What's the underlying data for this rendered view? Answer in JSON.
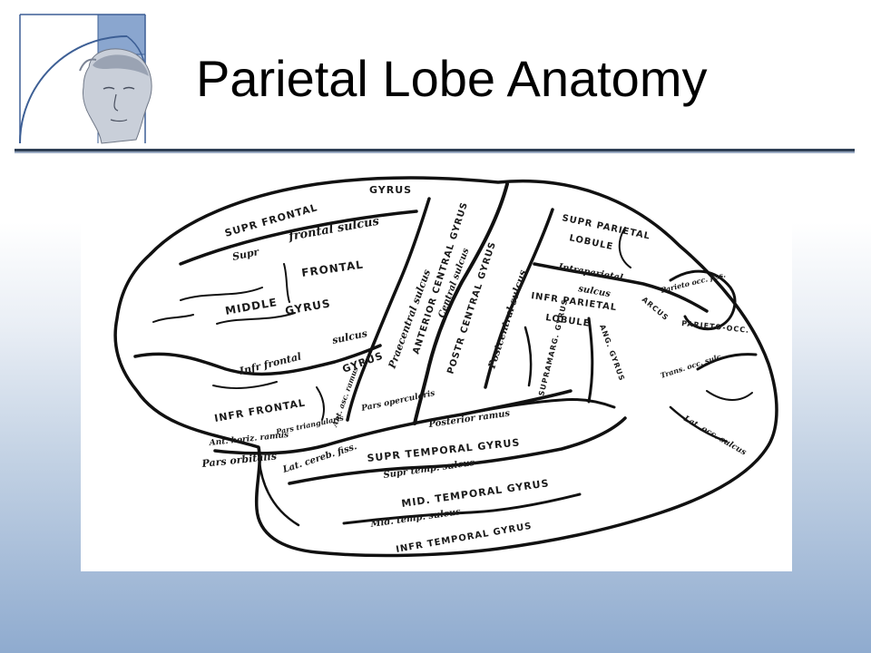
{
  "slide": {
    "title": "Parietal Lobe Anatomy",
    "logo_icon": "classical-head-golden-spiral-logo",
    "accent_color": "#8fabcf",
    "rule_color": "#2f3f55"
  },
  "diagram": {
    "labels": {
      "supr_frontal_gyrus": "SUPR FRONTAL",
      "gyrus_top": "GYRUS",
      "supr_frontal_sulcus_a": "Supr",
      "supr_frontal_sulcus_b": "frontal sulcus",
      "middle": "MIDDLE",
      "frontal": "FRONTAL",
      "gyrus_mid": "GYRUS",
      "inf_frontal_sulcus": "Infr frontal",
      "sulcus_frontal": "sulcus",
      "inf_frontal_gyrus": "INFR FRONTAL",
      "gyrus_inf": "GYRUS",
      "pars_triangularis": "Pars triangularis",
      "pars_opercularis": "Pars opercularis",
      "ant_asc_ramus": "Ant. asc. ramus",
      "ant_horiz_ramus": "Ant. horiz. ramus",
      "pars_orbitalis": "Pars orbitalis",
      "precentral_sulcus": "Praecentral sulcus",
      "anterior_central_gyrus": "ANTERIOR CENTRAL GYRUS",
      "central_sulcus": "Central sulcus",
      "post_central_gyrus": "POSTR CENTRAL GYRUS",
      "postcentral_sulcus": "Postcentral sulcus",
      "supr_parietal": "SUPR PARIETAL",
      "lobule": "LOBULE",
      "intraparietal": "Intraparietal",
      "intraparietal_sulcus": "sulcus",
      "inf_parietal": "INFR PARIETAL",
      "lobule_inf": "LOBULE",
      "supramarg_gyrus": "SUPRAMARG. GYRUS",
      "ang_gyrus": "ANG. GYRUS",
      "parieto_occ_fiss": "Parieto occ. fiss.",
      "arcus": "ARCUS",
      "parieto_occ": "PARIETO-OCC.",
      "trans_occ_sulc": "Trans. occ. sulc.",
      "lat_occ_sulcus": "Lat. occ. sulcus",
      "posterior_ramus": "Posterior ramus",
      "lat_cereb_fiss": "Lat. cereb. fiss.",
      "supr_temporal_gyrus": "SUPR TEMPORAL GYRUS",
      "supr_temp_sulcus": "Supr temp. sulcus",
      "mid_temporal_gyrus": "MID. TEMPORAL GYRUS",
      "mid_temp_sulcus": "Mid. temp. sulcus",
      "infr_temporal_gyrus": "INFR TEMPORAL GYRUS"
    }
  }
}
